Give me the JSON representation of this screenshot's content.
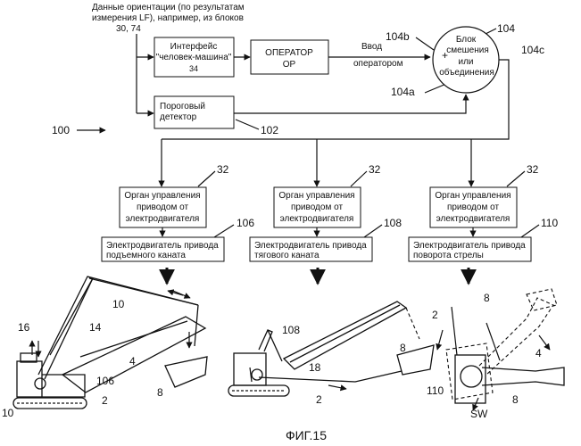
{
  "source_note": [
    "Данные ориентации (по результатам",
    "измерения LF), например, из блоков",
    "30, 74"
  ],
  "blocks": {
    "hmi": {
      "label": [
        "Интерфейс",
        "\"человек-машина\""
      ],
      "ref": "34"
    },
    "operator": {
      "label": [
        "ОПЕРАТОР",
        "OP"
      ]
    },
    "threshold": {
      "label": [
        "Пороговый",
        "детектор"
      ],
      "ref": "102"
    },
    "mixer": {
      "label": [
        "Блок",
        "смешения",
        "или",
        "объединения"
      ],
      "ref": "104",
      "plus": "+"
    }
  },
  "ports": {
    "b": "104b",
    "a": "104a",
    "c": "104c"
  },
  "operator_input": [
    "Ввод",
    "оператором"
  ],
  "system_ref": "100",
  "channels": [
    {
      "ctrl_ref": "32",
      "ctrl_label": [
        "Орган управления",
        "приводом от",
        "электродвигателя"
      ],
      "motor_label": [
        "Электродвигатель привода",
        "подъемного каната"
      ],
      "motor_ref": "106"
    },
    {
      "ctrl_ref": "32",
      "ctrl_label": [
        "Орган управления",
        "приводом от",
        "электродвигателя"
      ],
      "motor_label": [
        "Электродвигатель привода",
        "тягового каната"
      ],
      "motor_ref": "108"
    },
    {
      "ctrl_ref": "32",
      "ctrl_label": [
        "Орган управления",
        "приводом от",
        "электродвигателя"
      ],
      "motor_label": [
        "Электродвигатель привода",
        "поворота стрелы"
      ],
      "motor_ref": "110"
    }
  ],
  "machine_labels": {
    "m1": [
      "10",
      "16",
      "14",
      "4",
      "106",
      "2",
      "8",
      "10"
    ],
    "m2": [
      "108",
      "8",
      "18",
      "2"
    ],
    "m3": [
      "8",
      "2",
      "4",
      "110",
      "SW",
      "8"
    ]
  },
  "caption": "ФИГ.15"
}
